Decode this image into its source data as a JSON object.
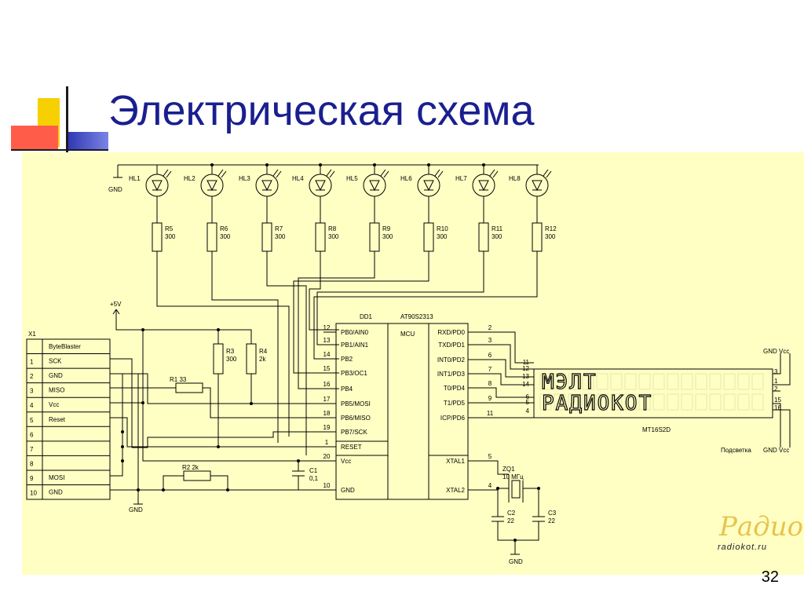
{
  "slide": {
    "title": "Электрическая схема",
    "page_number": "32"
  },
  "schematic": {
    "leds": [
      {
        "name": "HL1",
        "resistor": "R5",
        "value": "300"
      },
      {
        "name": "HL2",
        "resistor": "R6",
        "value": "300"
      },
      {
        "name": "HL3",
        "resistor": "R7",
        "value": "300"
      },
      {
        "name": "HL4",
        "resistor": "R8",
        "value": "300"
      },
      {
        "name": "HL5",
        "resistor": "R9",
        "value": "300"
      },
      {
        "name": "HL6",
        "resistor": "R10",
        "value": "300"
      },
      {
        "name": "HL7",
        "resistor": "R11",
        "value": "300"
      },
      {
        "name": "HL8",
        "resistor": "R12",
        "value": "300"
      }
    ],
    "gnd": "GND",
    "supply": "+5V",
    "connector": {
      "ref": "X1",
      "rows": [
        {
          "pin": "",
          "signal": "ByteBlaster"
        },
        {
          "pin": "1",
          "signal": "SCK"
        },
        {
          "pin": "2",
          "signal": "GND"
        },
        {
          "pin": "3",
          "signal": "MISO"
        },
        {
          "pin": "4",
          "signal": "Vcc"
        },
        {
          "pin": "5",
          "signal": "Reset"
        },
        {
          "pin": "6",
          "signal": ""
        },
        {
          "pin": "7",
          "signal": ""
        },
        {
          "pin": "8",
          "signal": ""
        },
        {
          "pin": "9",
          "signal": "MOSI"
        },
        {
          "pin": "10",
          "signal": "GND"
        }
      ]
    },
    "r1": {
      "ref": "R1",
      "value": "33"
    },
    "r2": {
      "ref": "R2",
      "value": "2k"
    },
    "r3": {
      "ref": "R3",
      "value": "300"
    },
    "r4": {
      "ref": "R4",
      "value": "2k"
    },
    "c1": {
      "ref": "C1",
      "value": "0,1"
    },
    "mcu": {
      "ref": "DD1",
      "part": "AT90S2313",
      "label": "MCU",
      "left_pins": [
        {
          "num": "12",
          "name": "PB0/AIN0"
        },
        {
          "num": "13",
          "name": "PB1/AIN1"
        },
        {
          "num": "14",
          "name": "PB2"
        },
        {
          "num": "15",
          "name": "PB3/OC1"
        },
        {
          "num": "16",
          "name": "PB4"
        },
        {
          "num": "17",
          "name": "PB5/MOSI"
        },
        {
          "num": "18",
          "name": "PB6/MISO"
        },
        {
          "num": "19",
          "name": "PB7/SCK"
        },
        {
          "num": "1",
          "name": "RESET"
        },
        {
          "num": "20",
          "name": "Vcc"
        },
        {
          "num": "10",
          "name": "GND"
        }
      ],
      "right_pins": [
        {
          "num": "2",
          "name": "RXD/PD0"
        },
        {
          "num": "3",
          "name": "TXD/PD1"
        },
        {
          "num": "6",
          "name": "INT0/PD2"
        },
        {
          "num": "7",
          "name": "INT1/PD3"
        },
        {
          "num": "8",
          "name": "T0/PD4"
        },
        {
          "num": "9",
          "name": "T1/PD5"
        },
        {
          "num": "11",
          "name": "ICP/PD6"
        },
        {
          "num": "5",
          "name": "XTAL1"
        },
        {
          "num": "4",
          "name": "XTAL2"
        }
      ]
    },
    "crystal": {
      "ref": "ZQ1",
      "value": "10 МГц"
    },
    "c2": {
      "ref": "C2",
      "value": "22"
    },
    "c3": {
      "ref": "C3",
      "value": "22"
    },
    "lcd": {
      "part": "MT16S2D",
      "line1": "МЭЛТ",
      "line2": "РАДИОКОТ",
      "left_pins": [
        "11",
        "12",
        "13",
        "14",
        "6",
        "5",
        "4"
      ],
      "right_pins": [
        "3",
        "1",
        "2",
        "15",
        "16"
      ],
      "gnd_vcc_top": "GND Vcc",
      "gnd_vcc_bottom": "GND Vcc",
      "backlight": "Подсветка"
    },
    "watermark": {
      "logo": "Радио КОТ",
      "url": "radiokot.ru"
    }
  }
}
